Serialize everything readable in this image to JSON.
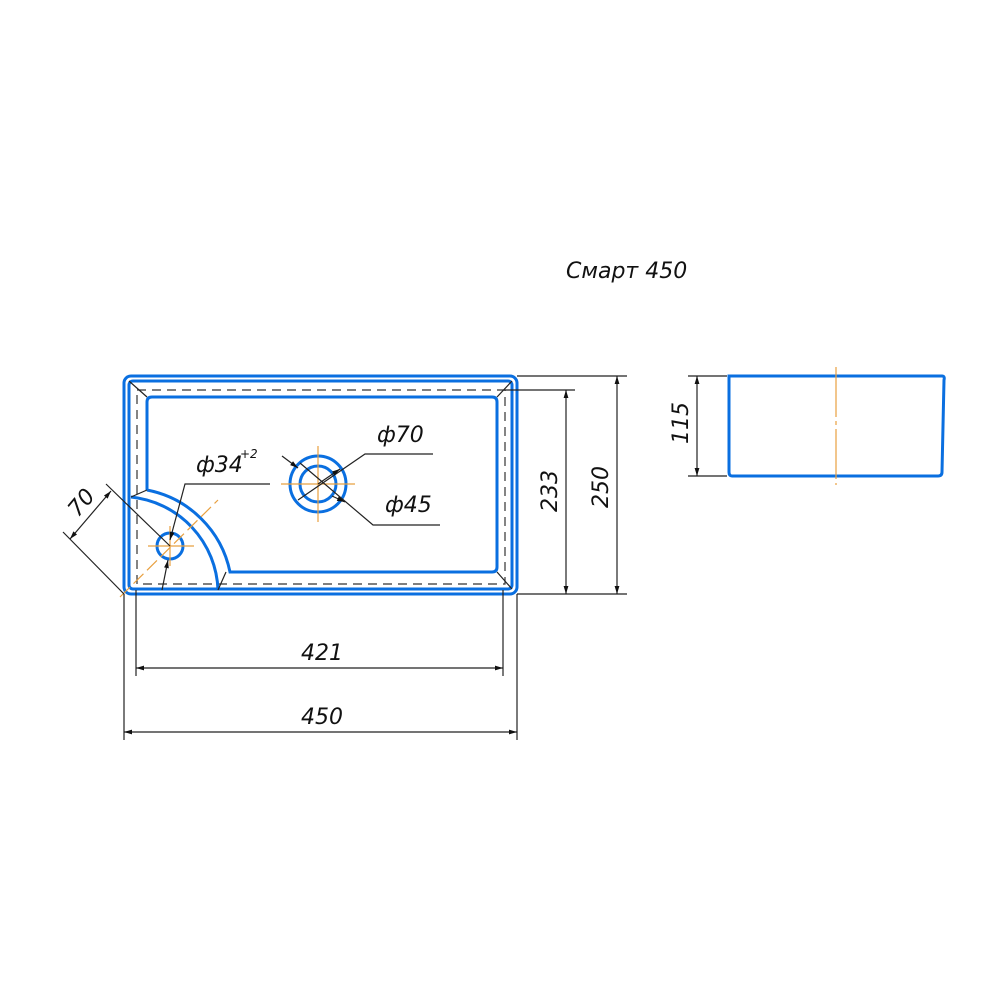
{
  "title": "Смарт 450",
  "dimensions": {
    "inner_width": "421",
    "outer_width": "450",
    "inner_depth": "233",
    "outer_depth": "250",
    "height": "115",
    "corner_offset": "70",
    "faucet_outer": "ф70",
    "faucet_inner": "ф45",
    "drain": "ф34",
    "drain_tolerance": "+2"
  },
  "colors": {
    "outline": "#0a6fe0",
    "centerline": "#e8a040",
    "dimension": "#222222"
  }
}
